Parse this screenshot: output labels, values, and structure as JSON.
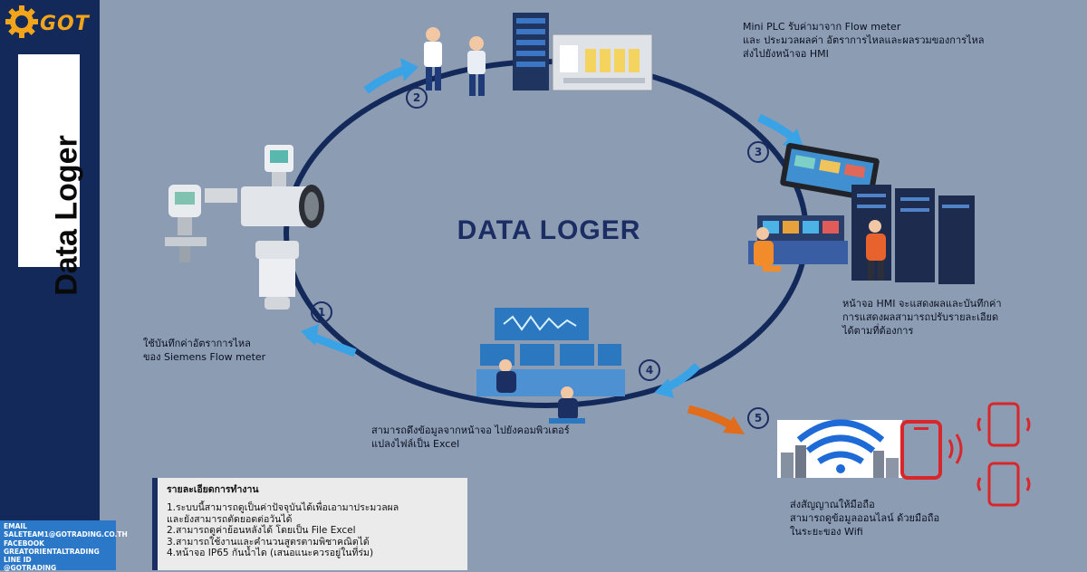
{
  "brand": {
    "logo_text": "GOT",
    "vertical_title": "Data Loger"
  },
  "contacts": [
    {
      "label": "EMAIL",
      "value": "SALETEAM1@GOTRADING.CO.TH"
    },
    {
      "label": "FACEBOOK",
      "value": "GREATORIENTALTRADING"
    },
    {
      "label": "LINE ID",
      "value": "@GOTRADING"
    }
  ],
  "diagram": {
    "center_title": "DATA LOGER",
    "steps": [
      {
        "number": "1",
        "caption": [
          "ใช้บันทึกค่าอัตราการไหล",
          "ของ Siemens Flow meter"
        ]
      },
      {
        "number": "2",
        "caption": []
      },
      {
        "number": "3",
        "caption": [
          "Mini PLC รับค่ามาจาก Flow meter",
          "และ ประมวลผลค่า อัตราการไหลและผลรวมของการไหล",
          "ส่งไปยังหน้าจอ HMI"
        ]
      },
      {
        "number": "4",
        "caption": [
          "หน้าจอ HMI จะแสดงผลและบันทึกค่า",
          "การแสดงผลสามารถปรับรายละเอียด",
          "ได้ตามที่ต้องการ"
        ]
      },
      {
        "number": "5",
        "caption": [
          "ส่งสัญญาณให้มือถือ",
          "สามารถดูข้อมูลออนไลน์ ด้วยมือถือ",
          "ในระยะของ Wifi"
        ]
      }
    ],
    "pc_caption": [
      "สามารถดึงข้อมูลจากหน้าจอ ไปยังคอมพิวเตอร์",
      "แปลงไฟล์เป็น Excel"
    ]
  },
  "details": {
    "heading": "รายละเอียดการทำงาน",
    "items": [
      "1.ระบบนี้สามารถดูเป็นค่าปัจจุบันได้เพื่อเอามาประมวลผล",
      "และยังสามารถตัดยอดต่อวันได้",
      "2.สามารถดูค่าย้อนหลังได้ โดยเป็น File Excel",
      "3.สามารถใช้งานและคำนวนสูตรตามพิชาคณิตได้",
      "4.หน้าจอ IP65 กันน้ำได (เสนอแนะควรอยู่ในที่ร่ม)"
    ]
  },
  "colors": {
    "background": "#8c9cb3",
    "sidebar": "#13295a",
    "ring": "#13295a",
    "arrow": "#3aa3e6",
    "arrow_mobile": "#e06c1c",
    "logo": "#f2a51a"
  }
}
